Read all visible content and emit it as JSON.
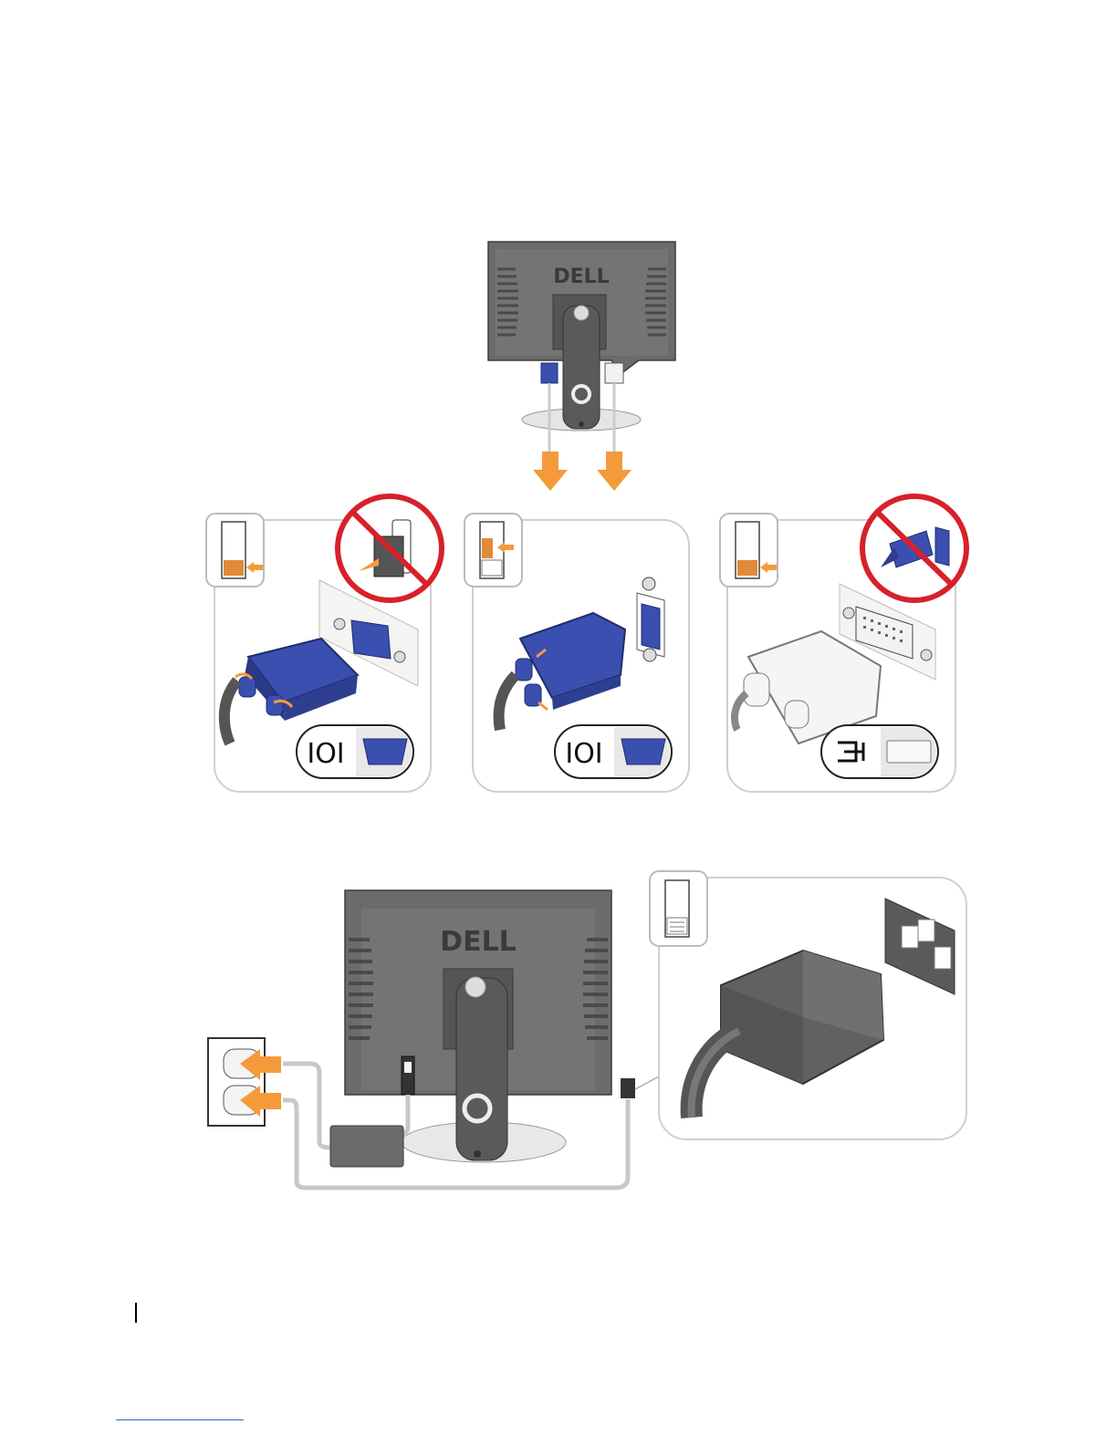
{
  "brand": {
    "logo_text": "DELL"
  },
  "colors": {
    "monitor_gray": "#6b6b6b",
    "monitor_dark": "#4a4a4a",
    "arrow_orange": "#f59a3b",
    "vga_blue": "#3a4fb0",
    "prohibit_red": "#d8202a",
    "panel_border": "#cfcfcf",
    "dvi_white": "#f2f2f2"
  },
  "figures": {
    "top": {
      "panels": [
        {
          "id": "vga-no",
          "connector": "vga",
          "symbol": "IOI",
          "prohibited": true
        },
        {
          "id": "vga-ok",
          "connector": "vga",
          "symbol": "IOI",
          "prohibited": false
        },
        {
          "id": "dvi-ok",
          "connector": "dvi",
          "symbol": "dvi",
          "prohibited": true
        }
      ]
    },
    "bottom": {
      "detail": "power-connector"
    }
  }
}
